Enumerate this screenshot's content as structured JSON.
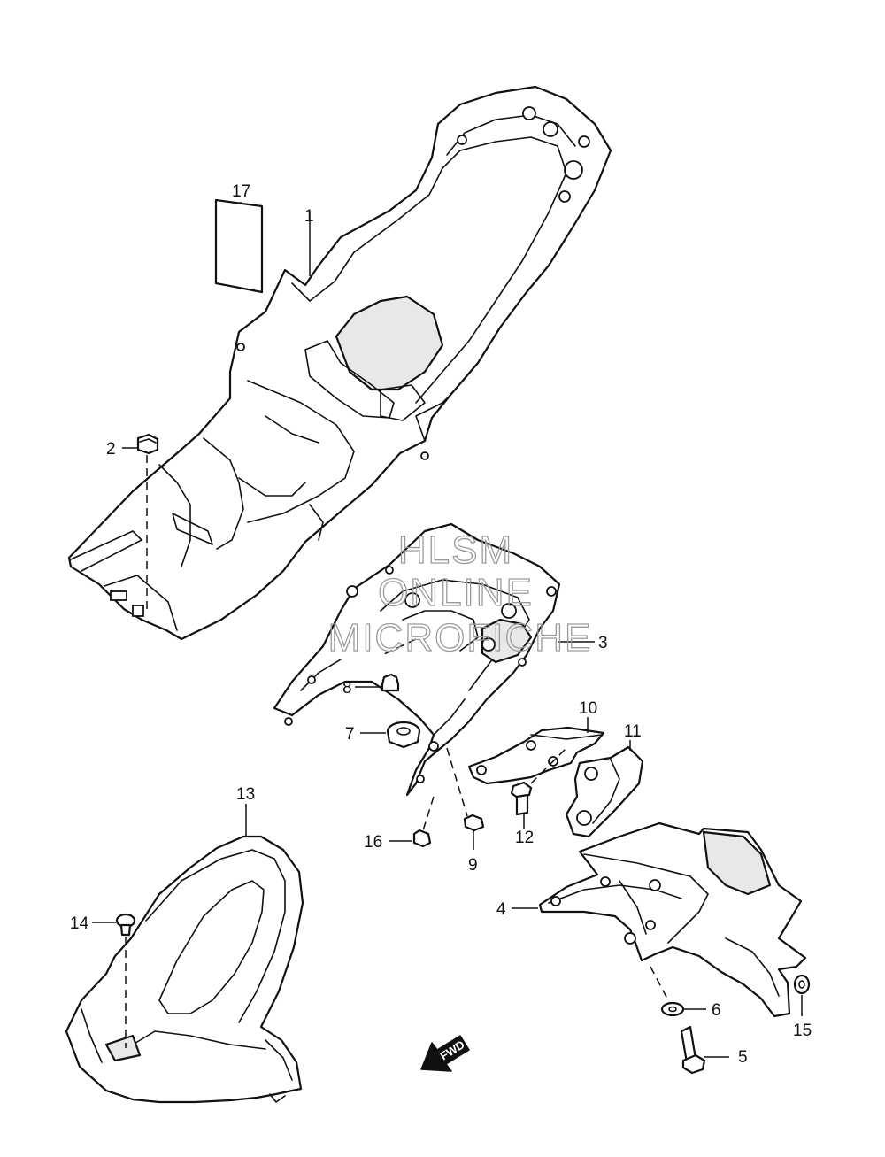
{
  "callouts": [
    {
      "id": "1",
      "label": "1"
    },
    {
      "id": "2",
      "label": "2"
    },
    {
      "id": "3",
      "label": "3"
    },
    {
      "id": "4",
      "label": "4"
    },
    {
      "id": "5",
      "label": "5"
    },
    {
      "id": "6",
      "label": "6"
    },
    {
      "id": "7",
      "label": "7"
    },
    {
      "id": "8",
      "label": "8"
    },
    {
      "id": "9",
      "label": "9"
    },
    {
      "id": "10",
      "label": "10"
    },
    {
      "id": "11",
      "label": "11"
    },
    {
      "id": "12",
      "label": "12"
    },
    {
      "id": "13",
      "label": "13"
    },
    {
      "id": "14",
      "label": "14"
    },
    {
      "id": "15",
      "label": "15"
    },
    {
      "id": "16",
      "label": "16"
    },
    {
      "id": "17",
      "label": "17"
    }
  ],
  "watermark": {
    "line1": "HLSM",
    "line2": "ONLINE",
    "line3": "MICROFICHE"
  },
  "direction_arrow": {
    "label": "FWD"
  }
}
